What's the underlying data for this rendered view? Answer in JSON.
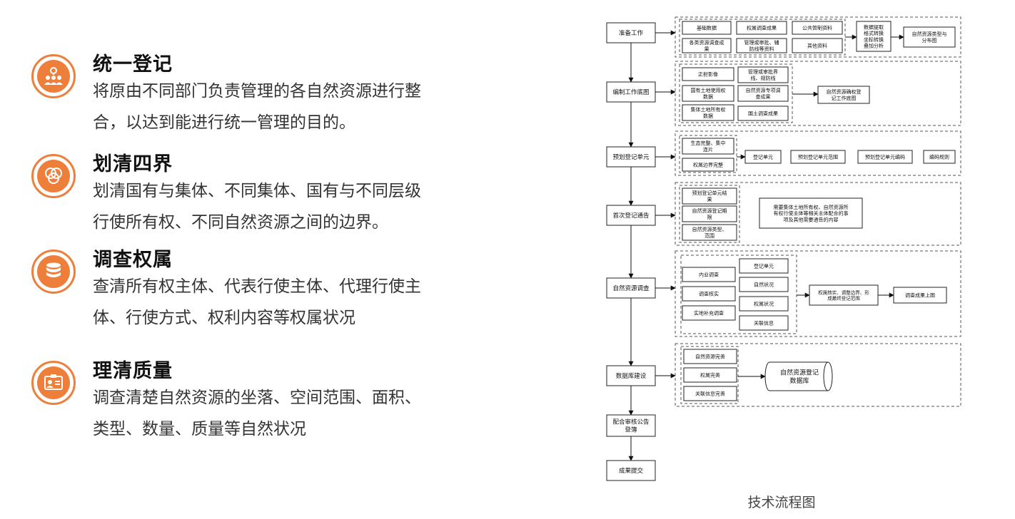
{
  "features": [
    {
      "title": "统一登记",
      "icon": "people-idea-icon",
      "lines": [
        "将原由不同部门负责管理的各自然资源进行整",
        "合，以达到能进行统一管理的目的。"
      ]
    },
    {
      "title": "划清四界",
      "icon": "venn-circles-icon",
      "lines": [
        "划清国有与集体、不同集体、国有与不同层级",
        "行使所有权、不同自然资源之间的边界。"
      ]
    },
    {
      "title": "调查权属",
      "icon": "database-icon",
      "lines": [
        "查清所有权主体、代表行使主体、代理行使主",
        "体、行使方式、权利内容等权属状况"
      ]
    },
    {
      "title": "理清质量",
      "icon": "id-card-icon",
      "lines": [
        "调查清楚自然资源的坐落、空间范围、面积、",
        "类型、数量、质量等自然状况"
      ]
    }
  ],
  "accent": "#ee7f3b",
  "flowchart": {
    "caption": "技术流程图",
    "steps": {
      "s1": "准备工作",
      "s2": "编制工作底图",
      "s3": "预划登记单元",
      "s4": "首次登记通告",
      "s5": "自然资源调查",
      "s6": "数据库建设",
      "s7": "配合审核公告\n登簿",
      "s8": "成果提交"
    },
    "prep": {
      "items": [
        "基础数据",
        "权属调查成果",
        "公共管制资料",
        "各类资源调查成\n果",
        "管理或审批、辅\n防线等资料",
        "其他资料"
      ],
      "process": "数据提取\n格式转换\n坐标转换\n叠加分析",
      "result": "自然资源类型与\n分布图"
    },
    "basemap": {
      "items": [
        "正射影像",
        "管理或审批界\n线、规防线",
        "国有土地使用权\n数据",
        "自然资源专项调\n查成果",
        "集体土地所有权\n数据",
        "国土调查成果"
      ],
      "result": "自然资源确权登\n记工作底图"
    },
    "unit": {
      "items": [
        "生态完整、集中\n连片",
        "权属边界完整"
      ],
      "chain": [
        "登记单元",
        "预划登记单元范围",
        "预划登记单元编码",
        "编码规则"
      ]
    },
    "notice": {
      "items": [
        "预划登记单元结\n果",
        "自然资源登记期\n限",
        "自然资源类型、\n范围"
      ],
      "note": "需要集体土地所有权、自然资源所\n有权行使主体等相关主体配合的事\n项及其他需要通告的内容"
    },
    "survey": {
      "left": [
        "内业调查",
        "调查核实",
        "实地补充调查"
      ],
      "right": [
        "登记单元",
        "自然状况",
        "权属状况",
        "关联信息"
      ],
      "process": "权属核实、调整边界、形\n成最终登记范围",
      "result": "调查成果上图"
    },
    "database": {
      "items": [
        "自然资源完善",
        "权属完善",
        "关联信息完善"
      ],
      "result": "自然资源登记\n数据库"
    }
  }
}
